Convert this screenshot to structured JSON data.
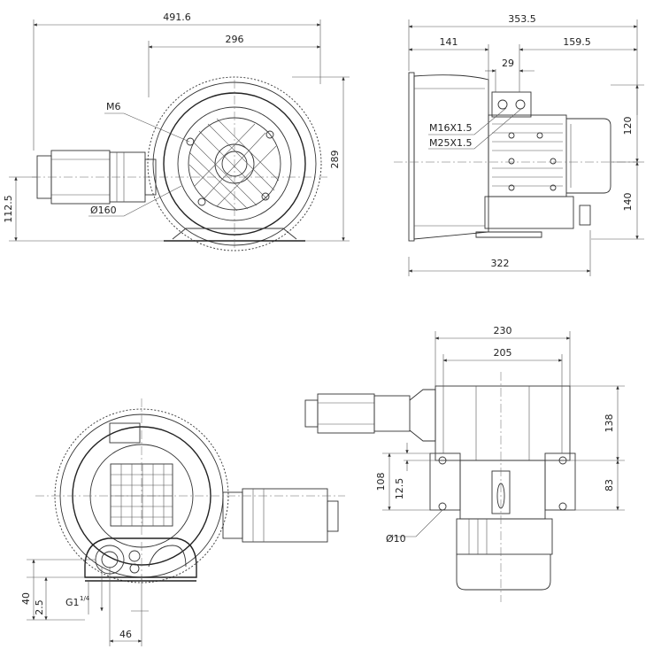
{
  "labels": {
    "front_width_total": "491.6",
    "front_width_body": "296",
    "front_height": "289",
    "front_shaft_height": "112.5",
    "front_thread": "M6",
    "front_diameter": "Ø160",
    "side_width_total": "353.5",
    "side_left_offset": "141",
    "side_right_offset": "159.5",
    "side_gland_spacing": "29",
    "side_thread_1": "M16X1.5",
    "side_thread_2": "M25X1.5",
    "side_upper_height": "120",
    "side_lower_height": "140",
    "side_base_width": "322",
    "top_width_outer": "230",
    "top_width_inner": "205",
    "top_height_upper": "138",
    "top_height_lower": "83",
    "top_height_108": "108",
    "top_height_12_5": "12.5",
    "top_hole_diameter": "Ø10",
    "rear_dim_40": "40",
    "rear_dim_2_5": "2.5",
    "rear_port_thread": "G1",
    "rear_port_thread_fraction": "1/4",
    "rear_dim_46": "46"
  }
}
